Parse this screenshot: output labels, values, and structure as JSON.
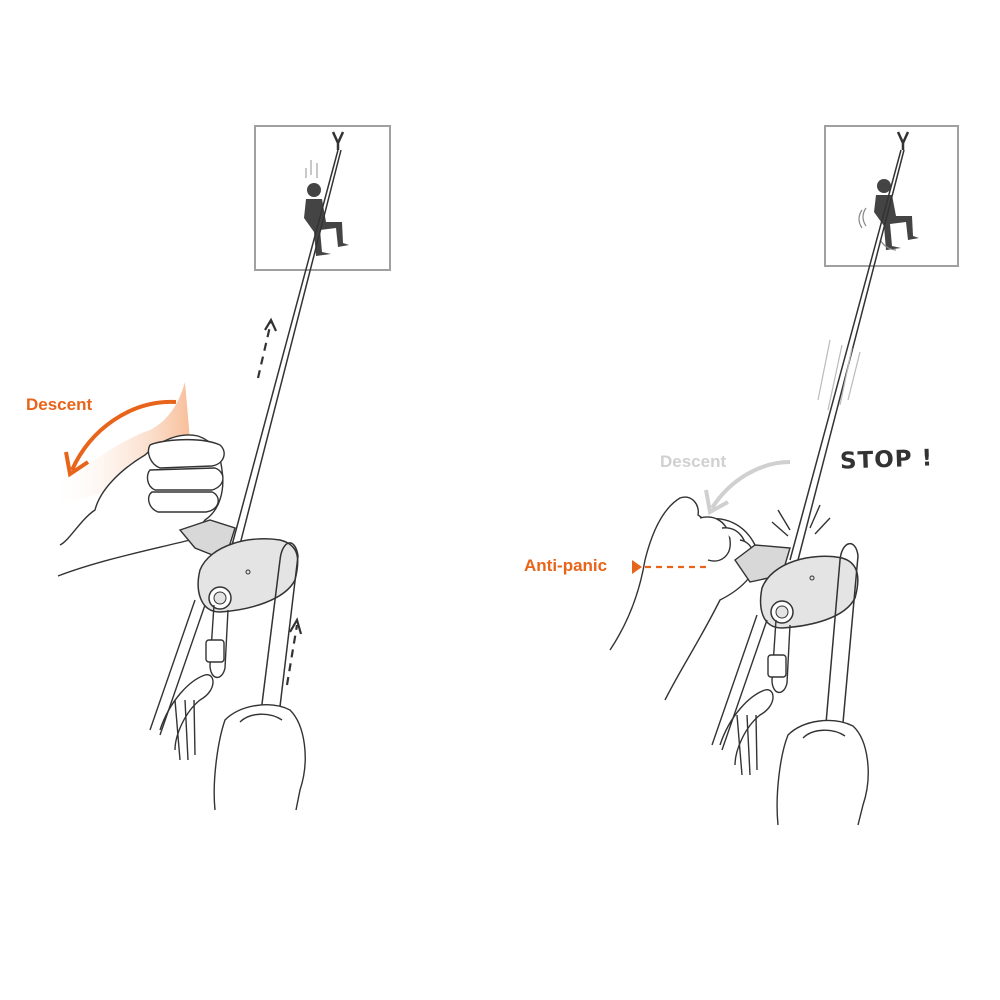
{
  "colors": {
    "accent": "#e8641a",
    "accent_faded": "#f3b48a",
    "inactive": "#d0d0d0",
    "line": "#333333",
    "device_fill": "#e4e4e4",
    "frame": "#a0a0a0",
    "stop_text": "#333333"
  },
  "panels": [
    {
      "id": "left",
      "inset": {
        "icon": "climber-descending-icon"
      },
      "labels": {
        "descent": "Descent"
      },
      "arrows": [
        "rope-feed-up-arrow-icon",
        "rope-feed-up-arrow-icon",
        "descent-curved-arrow-icon"
      ]
    },
    {
      "id": "right",
      "inset": {
        "icon": "climber-stopped-icon"
      },
      "labels": {
        "descent": "Descent",
        "anti_panic": "Anti-panic",
        "stop": "STOP !"
      },
      "arrows": [
        "descent-curved-arrow-icon",
        "anti-panic-arrow-icon"
      ]
    }
  ]
}
